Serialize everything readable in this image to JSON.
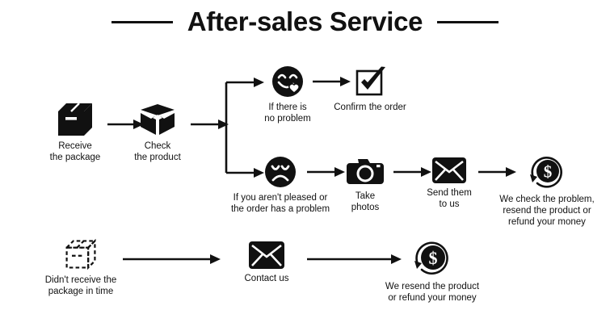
{
  "page": {
    "title": "After-sales Service",
    "background_color": "#ffffff",
    "ink_color": "#111111"
  },
  "flow": {
    "row1": [
      {
        "icon": "closed-box-icon",
        "label": "Receive\nthe package"
      },
      {
        "icon": "open-box-icon",
        "label": "Check\nthe product"
      }
    ],
    "branch_happy": [
      {
        "icon": "smiley-face-heart-icon",
        "label": "If there is\nno problem"
      },
      {
        "icon": "checkbox-check-icon",
        "label": "Confirm the order"
      }
    ],
    "branch_problem": [
      {
        "icon": "sad-face-icon",
        "label": "If you aren't pleased or\nthe order has a problem"
      },
      {
        "icon": "camera-icon",
        "label": "Take\nphotos"
      },
      {
        "icon": "envelope-icon",
        "label": "Send them\nto us"
      },
      {
        "icon": "refund-dollar-icon",
        "label": "We check the problem,\nresend the product or\nrefund your money"
      }
    ],
    "row_late": [
      {
        "icon": "dashed-box-icon",
        "label": "Didn't receive the\npackage in time"
      },
      {
        "icon": "envelope-icon",
        "label": "Contact us"
      },
      {
        "icon": "refund-dollar-icon",
        "label": "We resend the product\nor refund your money"
      }
    ]
  }
}
